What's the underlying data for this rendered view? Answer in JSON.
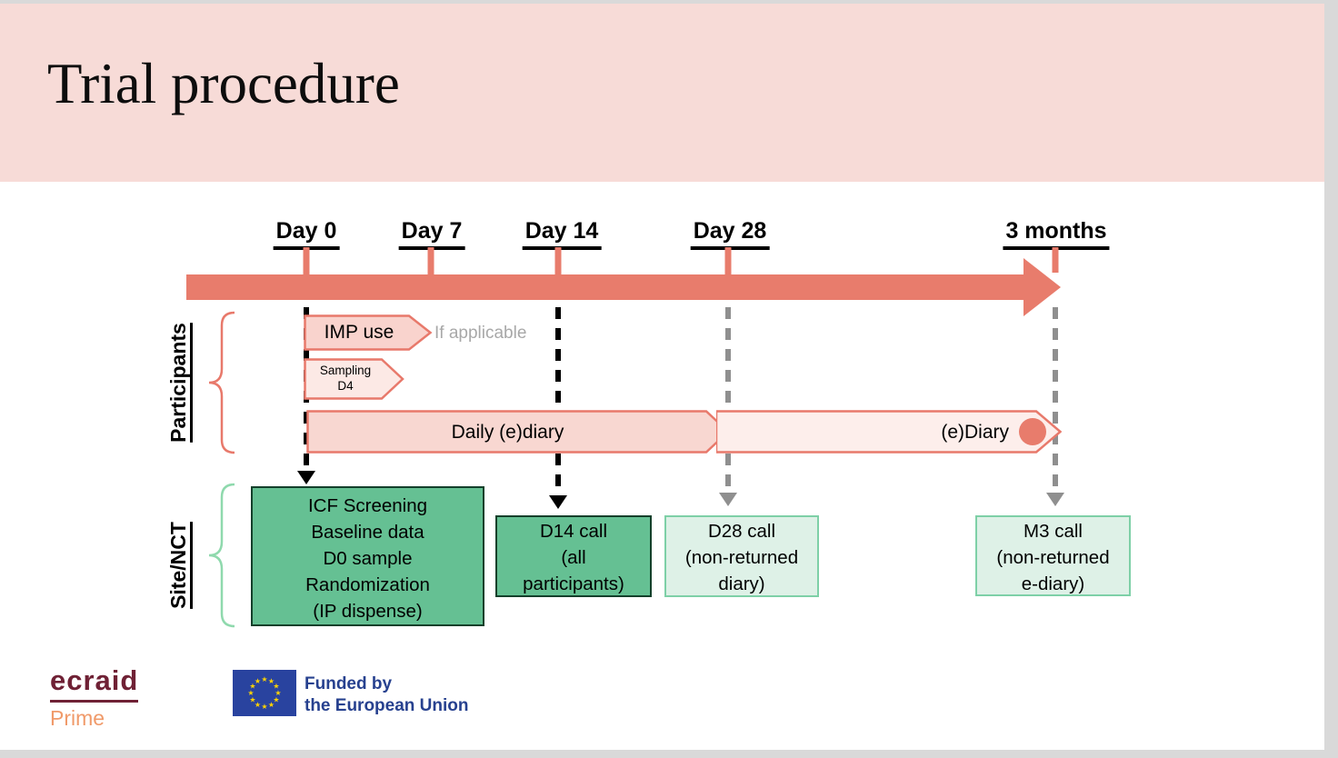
{
  "slide": {
    "title": "Trial procedure"
  },
  "timeline": {
    "labels": [
      "Day 0",
      "Day 7",
      "Day 14",
      "Day 28",
      "3 months"
    ]
  },
  "participants": {
    "label": "Participants",
    "imp_use": "IMP use",
    "if_applicable": "If applicable",
    "sampling": "Sampling\nD4",
    "daily_diary": "Daily (e)diary",
    "ediary": "(e)Diary"
  },
  "site": {
    "label": "Site/NCT",
    "icf_box": "ICF Screening\nBaseline data\nD0 sample\nRandomization\n(IP dispense)",
    "d14_box": "D14 call\n(all\nparticipants)",
    "d28_box": "D28 call\n(non-returned\ndiary)",
    "m3_box": "M3 call\n(non-returned\ne-diary)"
  },
  "footer": {
    "logo_name": "ecraid",
    "logo_sub": "Prime",
    "funded_by": "Funded by\nthe European Union"
  },
  "colors": {
    "accent_salmon": "#e87c6c",
    "header_pink": "#f7dbd7",
    "green_fill": "#65c093",
    "green_border": "#14402b",
    "light_green_fill": "#def1e7",
    "light_green_border": "#7ed0a7",
    "gray_dash": "#8f8f8f",
    "gray_text": "#a8a8a8",
    "eu_blue": "#29439f",
    "ecraid_maroon": "#6f2135",
    "ecraid_orange": "#f09a6a"
  }
}
